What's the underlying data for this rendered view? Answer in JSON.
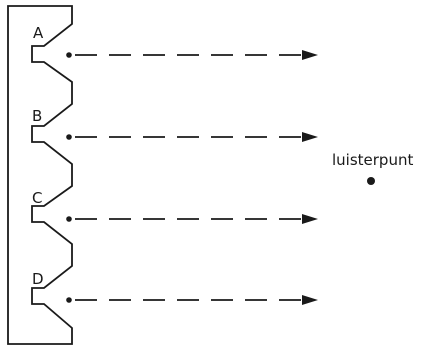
{
  "diagram": {
    "listening_point_label": "luisterpunt",
    "sources": [
      {
        "label": "A"
      },
      {
        "label": "B"
      },
      {
        "label": "C"
      },
      {
        "label": "D"
      }
    ]
  }
}
